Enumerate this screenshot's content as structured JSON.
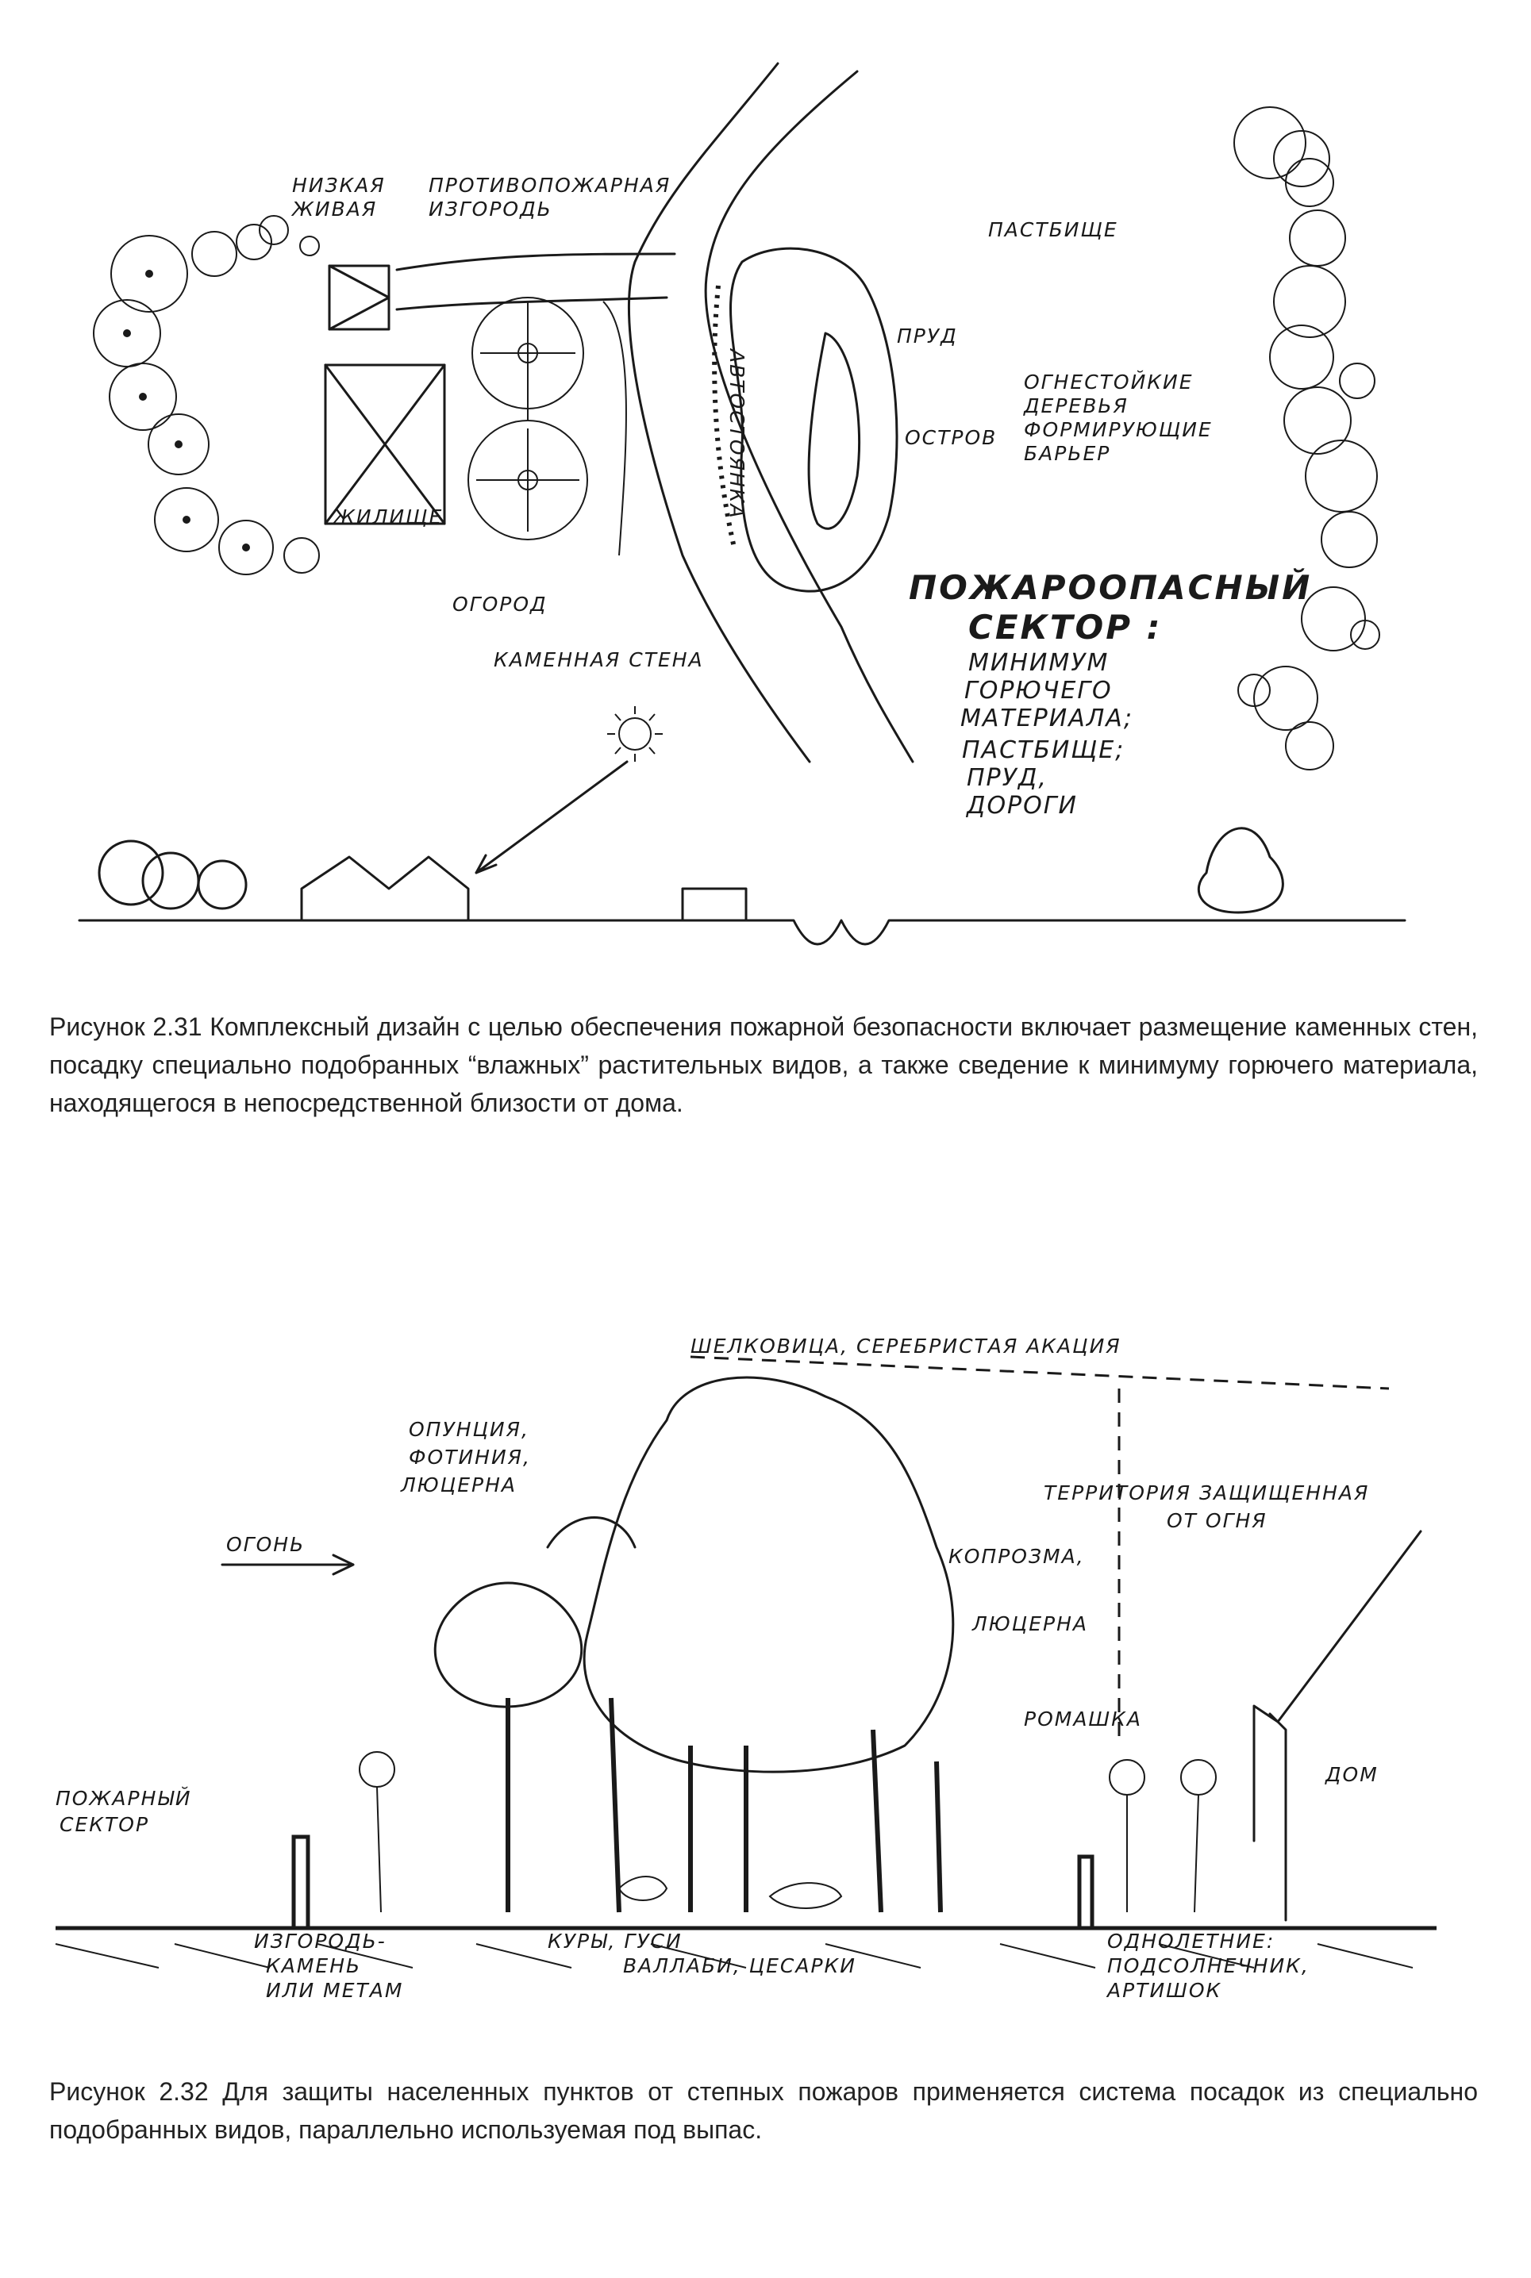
{
  "figure1": {
    "labels": {
      "hedge_line1": "НИЗКАЯ",
      "hedge_line2": "ЖИВАЯ",
      "hedge_line3": "ПРОТИВОПОЖАРНАЯ",
      "hedge_line4": "ИЗГОРОДЬ",
      "pasture": "ПАСТБИЩЕ",
      "pond": "ПРУД",
      "island": "ОСТРОВ",
      "parking": "АВТОСТОЯНКА",
      "dwelling": "ЖИЛИЩЕ",
      "garden": "ОГОРОД",
      "stone_wall": "КАМЕННАЯ СТЕНА",
      "trees_1": "ОГНЕСТОЙКИЕ",
      "trees_2": "ДЕРЕВЬЯ",
      "trees_3": "ФОРМИРУЮЩИЕ",
      "trees_4": "БАРЬЕР",
      "sector_1": "ПОЖАРООПАСНЫЙ",
      "sector_2": "СЕКТОР :",
      "sector_3": "МИНИМУМ",
      "sector_4": "ГОРЮЧЕГО",
      "sector_5": "МАТЕРИАЛА;",
      "sector_6": "ПАСТБИЩЕ;",
      "sector_7": "ПРУД,",
      "sector_8": "ДОРОГИ"
    },
    "caption": "Рисунок 2.31   Комплексный дизайн с целью обеспечения пожарной безопасности включает размещение каменных стен, посадку специально подобранных “влажных” растительных видов, а также сведение к минимуму горючего материала, находящегося в непосредственной близости от дома."
  },
  "figure2": {
    "labels": {
      "top": "ШЕЛКОВИЦА, СЕРЕБРИСТАЯ АКАЦИЯ",
      "left_1": "ОПУНЦИЯ,",
      "left_2": "ФОТИНИЯ,",
      "left_3": "ЛЮЦЕРНА",
      "fire": "ОГОНЬ",
      "protected_1": "ТЕРРИТОРИЯ ЗАЩИЩЕННАЯ",
      "protected_2": "ОТ ОГНЯ",
      "coprosma": "КОПРОЗМА,",
      "alfalfa": "ЛЮЦЕРНА",
      "chamomile": "РОМАШКА",
      "house": "ДОМ",
      "fire_sector_1": "ПОЖАРНЫЙ",
      "fire_sector_2": "СЕКТОР",
      "hedge_1": "ИЗГОРОДЬ-",
      "hedge_2": "КАМЕНЬ",
      "hedge_3": "ИЛИ МЕТАМ",
      "birds_1": "КУРЫ, ГУСИ",
      "birds_2": "ВАЛЛАБИ, ЦЕСАРКИ",
      "annuals_1": "ОДНОЛЕТНИЕ:",
      "annuals_2": "ПОДСОЛНЕЧНИК,",
      "annuals_3": "АРТИШОК"
    },
    "caption": "Рисунок 2.32  Для защиты населенных пунктов от степных пожаров применяется система посадок из специально подобранных видов, параллельно используемая под выпас."
  }
}
